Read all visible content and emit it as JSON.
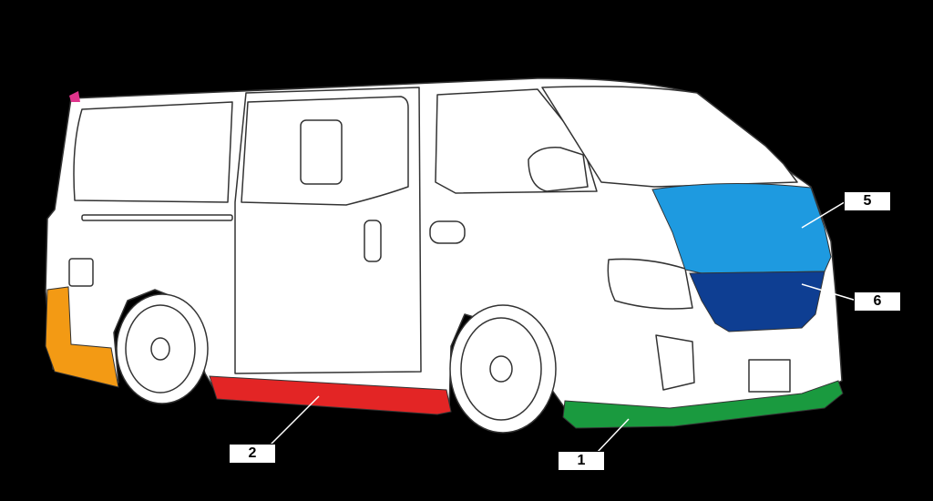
{
  "colors": {
    "background": "#000000",
    "body": "#ffffff",
    "outline": "#333333",
    "part_1": "#1a9a3f",
    "part_2": "#e32525",
    "part_5": "#1e9ae0",
    "part_6": "#0e3e92",
    "rear_bumper": "#f39a14",
    "rear_marker": "#e0348c"
  },
  "parts": [
    {
      "id": "1",
      "label": "1",
      "icon": "front-lip-spoiler"
    },
    {
      "id": "2",
      "label": "2",
      "icon": "side-step"
    },
    {
      "id": "5",
      "label": "5",
      "icon": "bonnet"
    },
    {
      "id": "6",
      "label": "6",
      "icon": "front-grille"
    }
  ]
}
